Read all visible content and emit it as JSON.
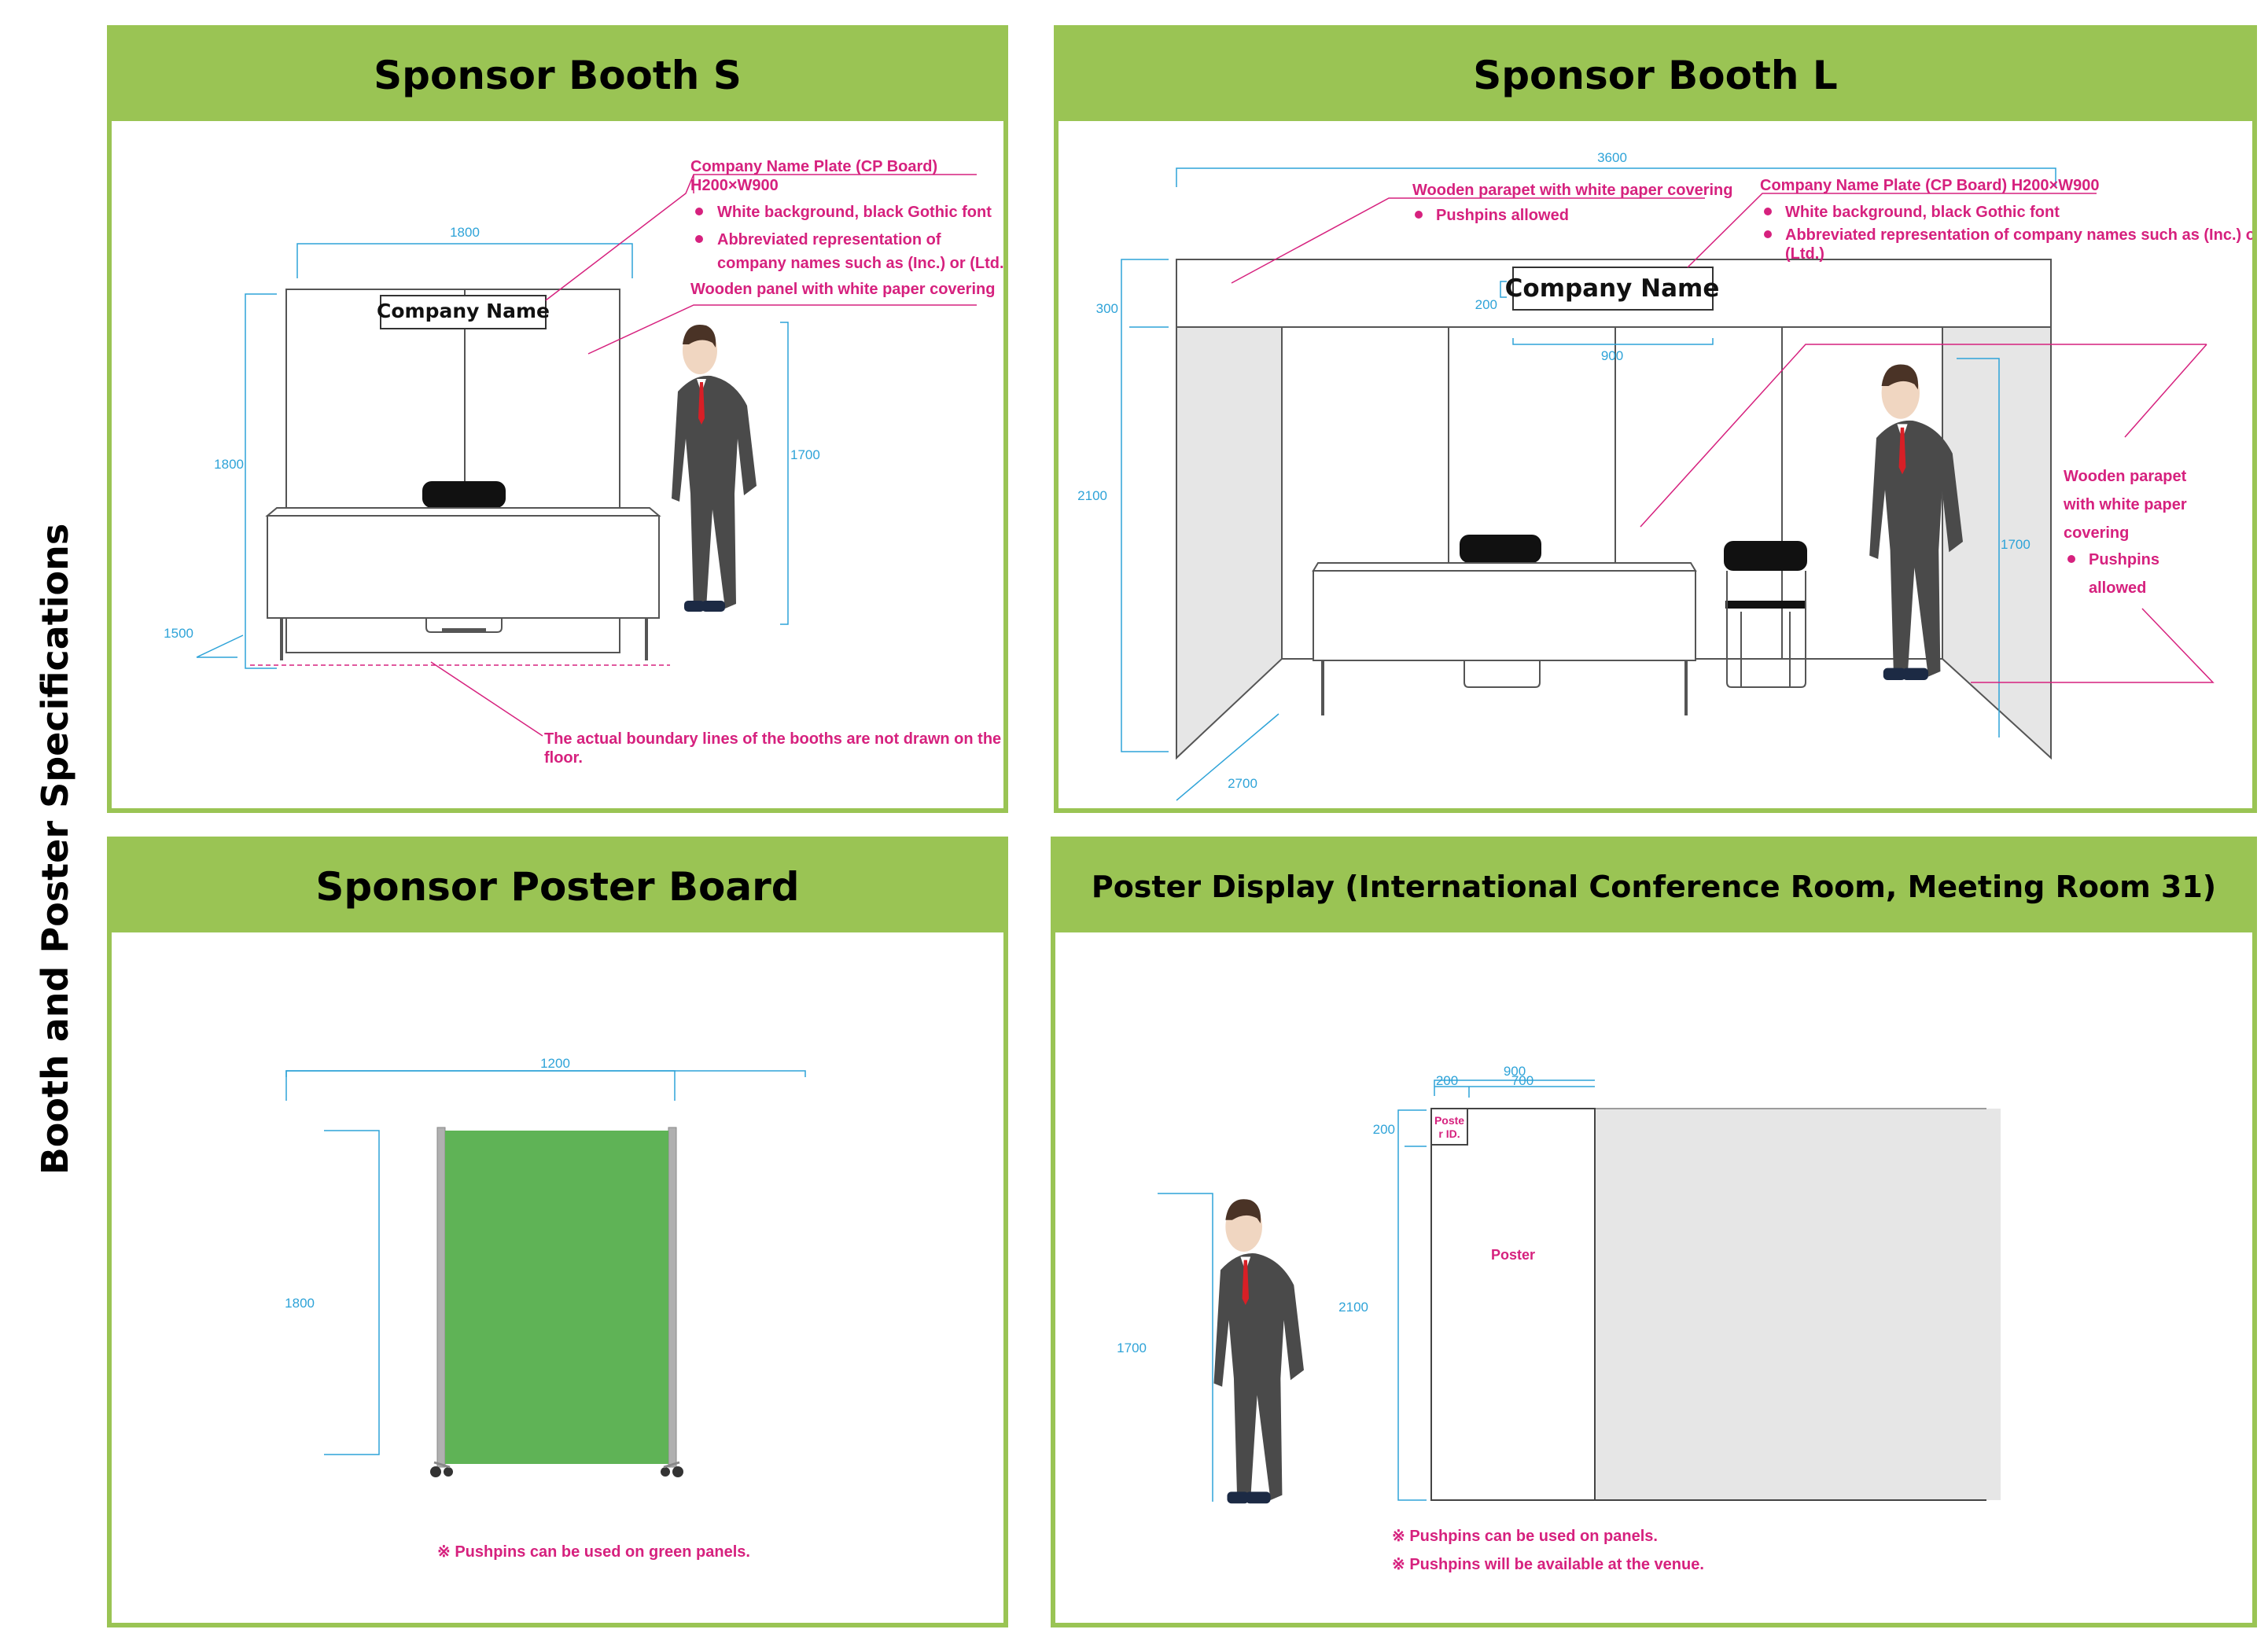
{
  "page": {
    "side_title": "Booth and Poster Specifications"
  },
  "colors": {
    "panel_green": "#9ac454",
    "dimension_blue": "#2ea3d8",
    "note_magenta": "#d6217e",
    "poster_board_green": "#5fb356",
    "wall_gray": "#e6e6e6",
    "suit": "#4a4a4a",
    "tie": "#d81f26"
  },
  "booth_s": {
    "title": "Sponsor Booth S",
    "dims": {
      "width": "1800",
      "plate_h": "200",
      "plate_w": "900",
      "height": "1800",
      "person": "1700",
      "depth": "1500"
    },
    "company_name": "Company Name",
    "notes": {
      "plate_title_1": "Company Name Plate (CP Board)",
      "plate_title_2": "H200×W900",
      "bullet_1": "White background, black Gothic font",
      "bullet_2a": "Abbreviated representation of",
      "bullet_2b": "company names such as (Inc.) or (Ltd.)",
      "panel": "Wooden panel with white paper covering",
      "floor_1": "The actual boundary lines of the booths are not drawn on the",
      "floor_2": "floor."
    }
  },
  "booth_l": {
    "title": "Sponsor Booth L",
    "dims": {
      "width": "3600",
      "parapet_h": "300",
      "plate_h": "200",
      "plate_w": "900",
      "height": "2100",
      "person": "1700",
      "depth": "2700"
    },
    "company_name": "Company Name",
    "notes": {
      "parapet_top": "Wooden parapet with white paper covering",
      "pushpins_top": "Pushpins allowed",
      "plate_title": "Company Name Plate (CP Board) H200×W900",
      "bullet_1": "White background, black Gothic font",
      "bullet_2a": "Abbreviated representation of company names such as (Inc.) or",
      "bullet_2b": "(Ltd.)",
      "side_1": "Wooden parapet",
      "side_2": "with white paper",
      "side_3": "covering",
      "side_4": "Pushpins",
      "side_5": "allowed"
    }
  },
  "poster_board": {
    "title": "Sponsor Poster Board",
    "dims": {
      "width": "1200",
      "height": "1800"
    },
    "note": "※ Pushpins can be used on green panels."
  },
  "poster_display": {
    "title": "Poster Display (International Conference Room, Meeting Room 31)",
    "dims": {
      "width": "900",
      "id_w": "200",
      "rest_w": "700",
      "id_h": "200",
      "height": "2100",
      "person": "1700"
    },
    "id_label_1": "Poste",
    "id_label_2": "r ID.",
    "poster_label": "Poster",
    "note_1": "※ Pushpins can be used on panels.",
    "note_2": "※ Pushpins will be available at the venue."
  }
}
